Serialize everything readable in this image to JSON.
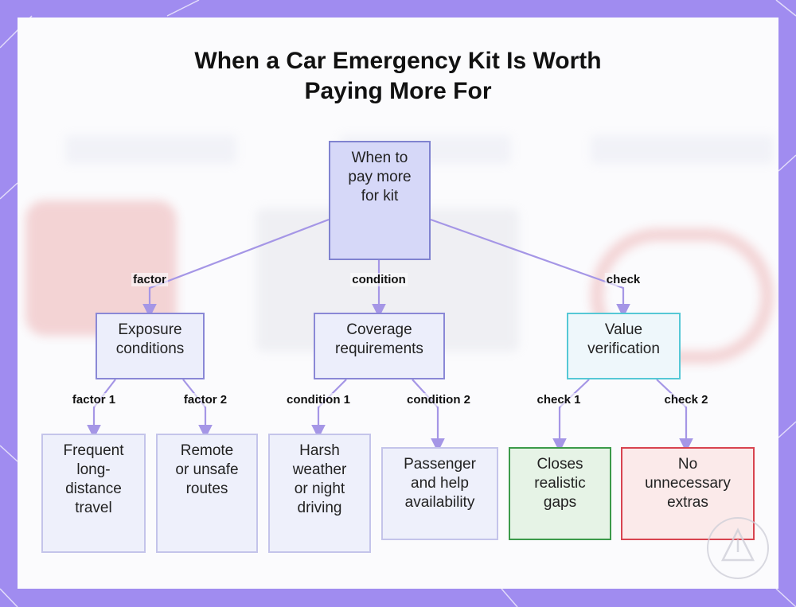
{
  "title": {
    "line1": "When a Car Emergency Kit Is Worth",
    "line2": "Paying More For"
  },
  "colors": {
    "frame": "#a08cf0",
    "node_border": "#8a88d6",
    "root_fill": "#d6d8f8",
    "teal_border": "#55c8d6",
    "green_border": "#3c9a4a",
    "red_border": "#d84450",
    "edge": "#a596e6"
  },
  "nodes": {
    "root": [
      "When to",
      "pay more",
      "for kit"
    ],
    "exposure": [
      "Exposure",
      "conditions"
    ],
    "coverage": [
      "Coverage",
      "requirements"
    ],
    "value": [
      "Value",
      "verification"
    ],
    "travel": [
      "Frequent",
      "long-",
      "distance",
      "travel"
    ],
    "routes": [
      "Remote",
      "or unsafe",
      "routes"
    ],
    "weather": [
      "Harsh",
      "weather",
      "or night",
      "driving"
    ],
    "passenger": [
      "Passenger",
      "and help",
      "availability"
    ],
    "gaps": [
      "Closes",
      "realistic",
      "gaps"
    ],
    "extras": [
      "No",
      "unnecessary",
      "extras"
    ]
  },
  "edge_labels": {
    "factor": "factor",
    "condition": "condition",
    "check": "check",
    "factor1": "factor 1",
    "factor2": "factor 2",
    "condition1": "condition 1",
    "condition2": "condition 2",
    "check1": "check 1",
    "check2": "check 2"
  }
}
